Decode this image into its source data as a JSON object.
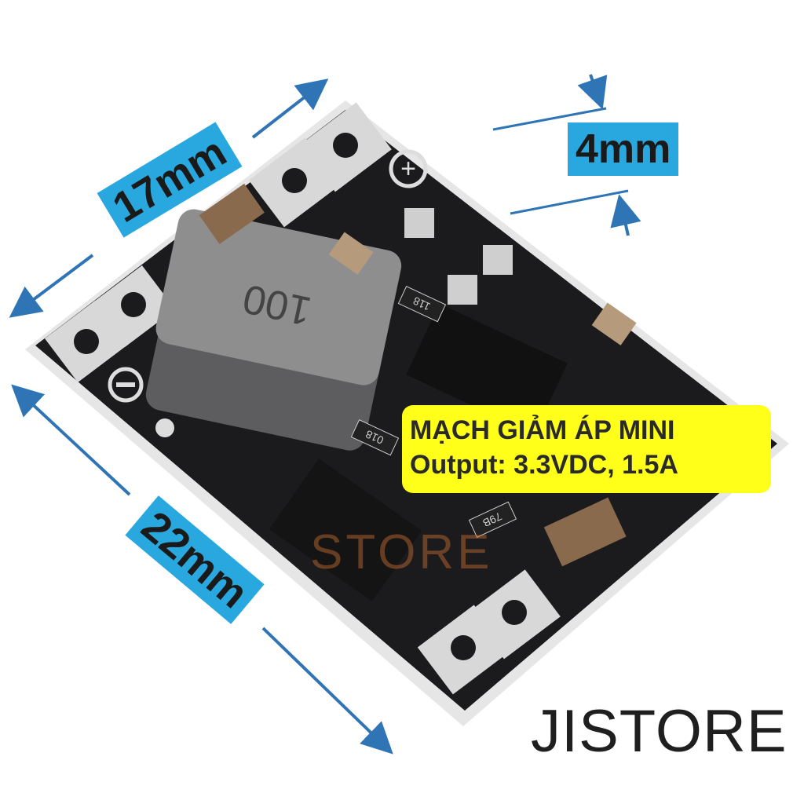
{
  "dimensions": {
    "length": "17mm",
    "height": "4mm",
    "width": "22mm"
  },
  "product_label": {
    "line1": "MẠCH GIẢM ÁP MINI",
    "line2": "Output: 3.3VDC, 1.5A"
  },
  "brand": "JISTORE",
  "watermark": "STORE",
  "component_markings": {
    "inductor": "100",
    "resistor_a": "118",
    "resistor_b": "018",
    "resistor_c": "79B"
  },
  "pad_symbols": {
    "plus": "+",
    "minus": "−"
  },
  "colors": {
    "dimension_box": "#29a8e0",
    "arrow": "#2f74b5",
    "label_bg": "#ffff1a",
    "pcb": "#1b1b1d"
  }
}
